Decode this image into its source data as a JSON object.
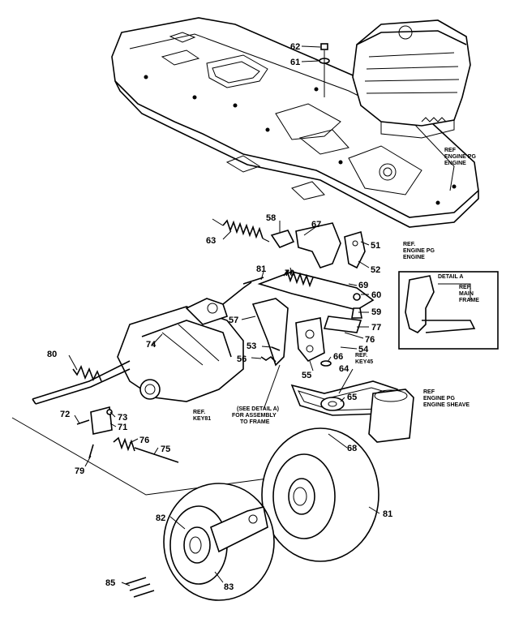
{
  "parts": [
    {
      "id": "p62",
      "label": "62"
    },
    {
      "id": "p61",
      "label": "61"
    },
    {
      "id": "p58",
      "label": "58"
    },
    {
      "id": "p67",
      "label": "67"
    },
    {
      "id": "p63",
      "label": "63"
    },
    {
      "id": "p51",
      "label": "51"
    },
    {
      "id": "p52",
      "label": "52"
    },
    {
      "id": "p81a",
      "label": "81"
    },
    {
      "id": "p70",
      "label": "70"
    },
    {
      "id": "p69",
      "label": "69"
    },
    {
      "id": "p60",
      "label": "60"
    },
    {
      "id": "p59",
      "label": "59"
    },
    {
      "id": "p57",
      "label": "57"
    },
    {
      "id": "p77",
      "label": "77"
    },
    {
      "id": "p76a",
      "label": "76"
    },
    {
      "id": "p54",
      "label": "54"
    },
    {
      "id": "p53",
      "label": "53"
    },
    {
      "id": "p74",
      "label": "74"
    },
    {
      "id": "p66",
      "label": "66"
    },
    {
      "id": "p56",
      "label": "56"
    },
    {
      "id": "p55",
      "label": "55"
    },
    {
      "id": "p64",
      "label": "64"
    },
    {
      "id": "p80",
      "label": "80"
    },
    {
      "id": "p65",
      "label": "65"
    },
    {
      "id": "p72",
      "label": "72"
    },
    {
      "id": "p73",
      "label": "73"
    },
    {
      "id": "p71",
      "label": "71"
    },
    {
      "id": "p76b",
      "label": "76"
    },
    {
      "id": "p75",
      "label": "75"
    },
    {
      "id": "p79",
      "label": "79"
    },
    {
      "id": "p68",
      "label": "68"
    },
    {
      "id": "p82",
      "label": "82"
    },
    {
      "id": "p81b",
      "label": "81"
    },
    {
      "id": "p85",
      "label": "85"
    },
    {
      "id": "p83",
      "label": "83"
    }
  ],
  "notes": {
    "ref_engine_pg_engine": [
      "REF",
      "ENGINE PG",
      "ENGINE"
    ],
    "ref_engine_pg_engine_2": [
      "REF.",
      "ENGINE PG",
      "ENGINE"
    ],
    "detail_a_title": "DETAIL A",
    "ref_main_frame": [
      "REF.",
      "MAIN",
      "FRAME"
    ],
    "ref_key_45": [
      "REF.",
      "KEY45"
    ],
    "ref_key_81": [
      "REF.",
      "KEY81"
    ],
    "see_detail_a": [
      "(SEE DETAIL A)",
      "FOR ASSEMBLY",
      "TO FRAME"
    ],
    "ref_engine_sheave": [
      "REF",
      "ENGINE PG",
      "ENGINE SHEAVE"
    ]
  }
}
